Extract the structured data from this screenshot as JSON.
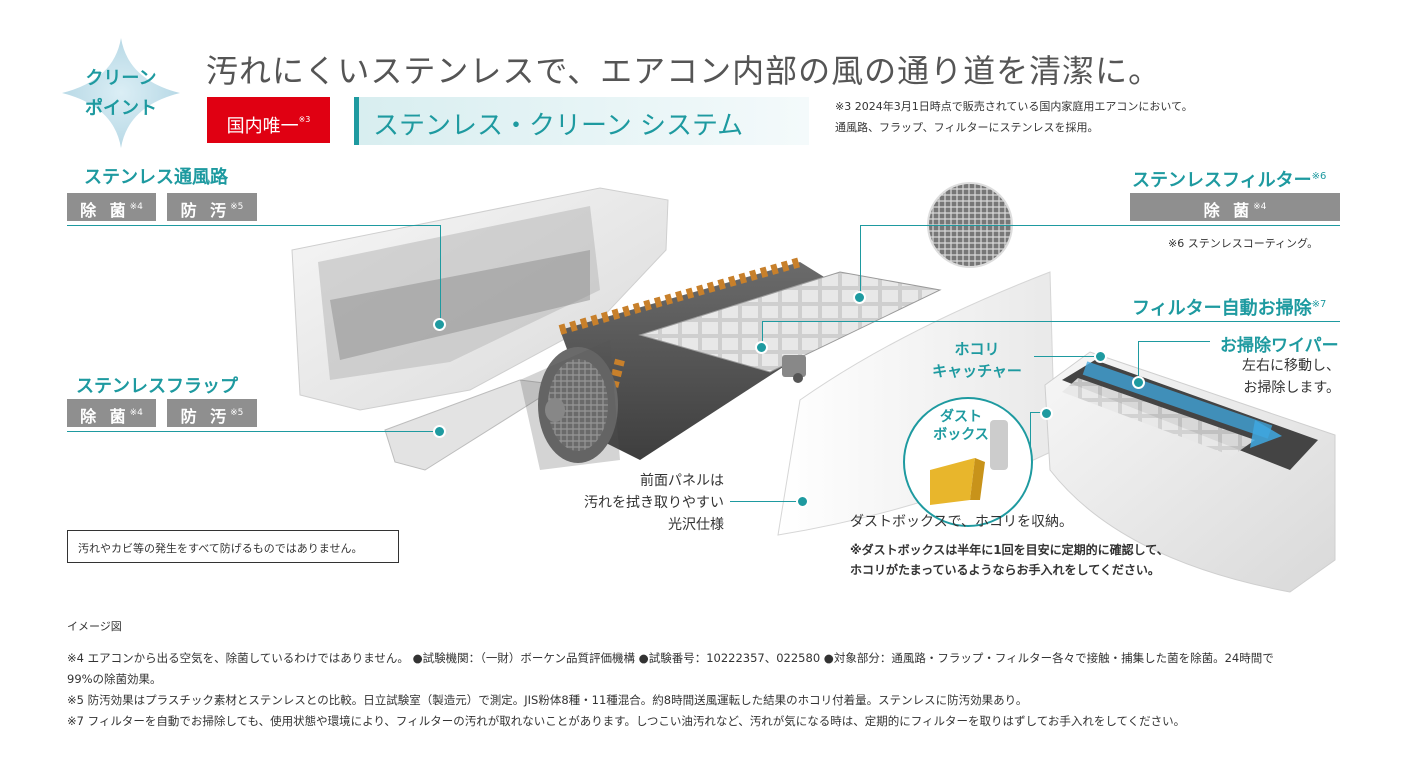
{
  "badge": {
    "line1": "クリーン",
    "line2": "ポイント"
  },
  "headline": "汚れにくいステンレスで、エアコン内部の風の通り道を清潔に。",
  "red_tag": {
    "text": "国内唯一",
    "note": "※3"
  },
  "system_name": "ステンレス・クリーン システム",
  "note3": {
    "line1": "※3 2024年3月1日時点で販売されている国内家庭用エアコンにおいて。",
    "line2": "通風路、フラップ、フィルターにステンレスを採用。"
  },
  "duct": {
    "title": "ステンレス通風路",
    "tag1": "除 菌",
    "tag1_note": "※4",
    "tag2": "防 汚",
    "tag2_note": "※5"
  },
  "flap": {
    "title": "ステンレスフラップ",
    "tag1": "除 菌",
    "tag1_note": "※4",
    "tag2": "防 汚",
    "tag2_note": "※5"
  },
  "filter": {
    "title": "ステンレスフィルター",
    "title_note": "※6",
    "tag1": "除 菌",
    "tag1_note": "※4",
    "note6": "※6 ステンレスコーティング。"
  },
  "auto_clean": {
    "title": "フィルター自動お掃除",
    "title_note": "※7"
  },
  "dust_catcher": {
    "line1": "ホコリ",
    "line2": "キャッチャー"
  },
  "wiper": {
    "title": "お掃除ワイパー",
    "line1": "左右に移動し、",
    "line2": "お掃除します。"
  },
  "dust_box": {
    "line1": "ダスト",
    "line2": "ボックス"
  },
  "panel": {
    "line1": "前面パネルは",
    "line2": "汚れを拭き取りやすい",
    "line3": "光沢仕様"
  },
  "dustbox_caption": {
    "main": "ダストボックスで、ホコリを収納。",
    "note1": "※ダストボックスは半年に1回を目安に定期的に確認して、",
    "note2": "ホコリがたまっているようならお手入れをしてください。"
  },
  "disclaimer": "汚れやカビ等の発生をすべて防げるものではありません。",
  "image_label": "イメージ図",
  "footnotes": {
    "n4a": "※4 エアコンから出る空気を、除菌しているわけではありません。 ●試験機関：（一財）ボーケン品質評価機構 ●試験番号：10222357、022580 ●対象部分：通風路・フラップ・フィルター各々で接触・捕集した菌を除菌。24時間で",
    "n4b": "99%の除菌効果。",
    "n5": "※5 防汚効果はプラスチック素材とステンレスとの比較。日立試験室（製造元）で測定。JIS粉体8種・11種混合。約8時間送風運転した結果のホコリ付着量。ステンレスに防汚効果あり。",
    "n7": "※7 フィルターを自動でお掃除しても、使用状態や環境により、フィルターの汚れが取れないことがあります。しつこい油汚れなど、汚れが気になる時は、定期的にフィルターを取りはずしてお手入れをしてください。"
  },
  "colors": {
    "teal": "#1e9aa0",
    "red": "#e00012",
    "gray_tag": "#8f8f8f"
  }
}
